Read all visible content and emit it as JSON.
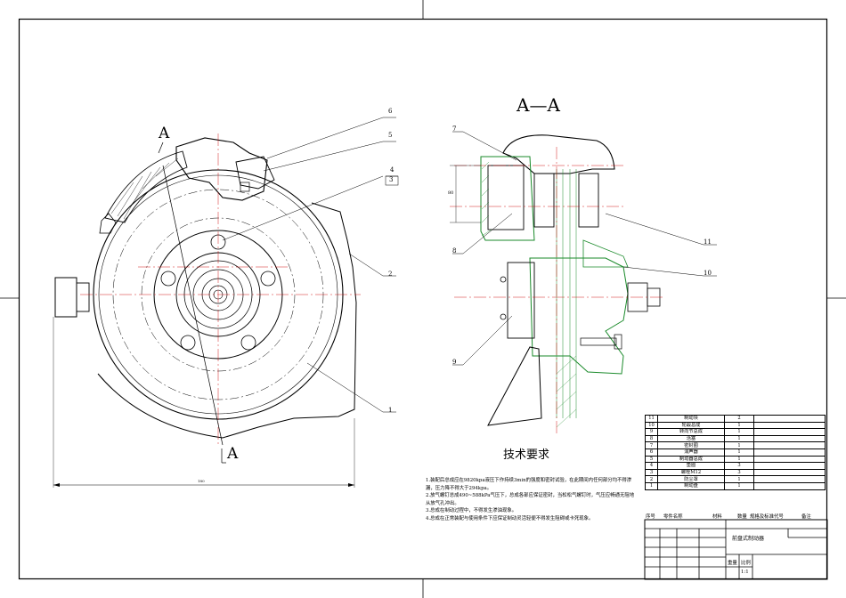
{
  "drawing": {
    "left_section_mark": "A",
    "bottom_section_mark": "A",
    "section_view_title": "A—A",
    "left_dimension": "180",
    "section_height_dim": "80"
  },
  "callouts_left": [
    "6",
    "5",
    "4",
    "3",
    "2",
    "1"
  ],
  "callouts_right": [
    "7",
    "8",
    "9",
    "11",
    "10"
  ],
  "notes": {
    "title": "技术要求",
    "items": [
      "1.装配后总成应在9820kpa液压下作持续3min的强度和密封试验，在此期间内任何部分均不得渗漏，压力降不得大于294kpa。",
      "2.放气螺钉总成490~588kPa气压下，总成各部应保证密封，当松松气螺钉时，气压应畅通无阻地从放气孔冲出。",
      "3.总成在制动过程中，不得发生渗油现象。",
      "4.总成在正常装配与使用条件下应保证制动灵活轻便不得发生阻碍或卡死现象。"
    ]
  },
  "bom": {
    "rows": [
      {
        "no": "11",
        "name": "制动块",
        "qty": "2"
      },
      {
        "no": "10",
        "name": "轮毂总成",
        "qty": "1"
      },
      {
        "no": "9",
        "name": "转向节总成",
        "qty": "1"
      },
      {
        "no": "8",
        "name": "活塞",
        "qty": "1"
      },
      {
        "no": "7",
        "name": "密封圈",
        "qty": "1"
      },
      {
        "no": "6",
        "name": "消声器",
        "qty": "1"
      },
      {
        "no": "5",
        "name": "制动器总成",
        "qty": "1"
      },
      {
        "no": "4",
        "name": "垫圈",
        "qty": "3"
      },
      {
        "no": "3",
        "name": "螺栓M12",
        "qty": "3"
      },
      {
        "no": "2",
        "name": "防尘罩",
        "qty": "1"
      },
      {
        "no": "1",
        "name": "制动盘",
        "qty": "1"
      }
    ],
    "headers": [
      "序号",
      "零件名称",
      "材料",
      "数量",
      "规格及标准代号",
      "备注"
    ]
  },
  "title_block": {
    "drawing_name": "前盘式制动器",
    "weight_label": "重量",
    "scale_label": "比例",
    "scale_value": "1:1"
  }
}
